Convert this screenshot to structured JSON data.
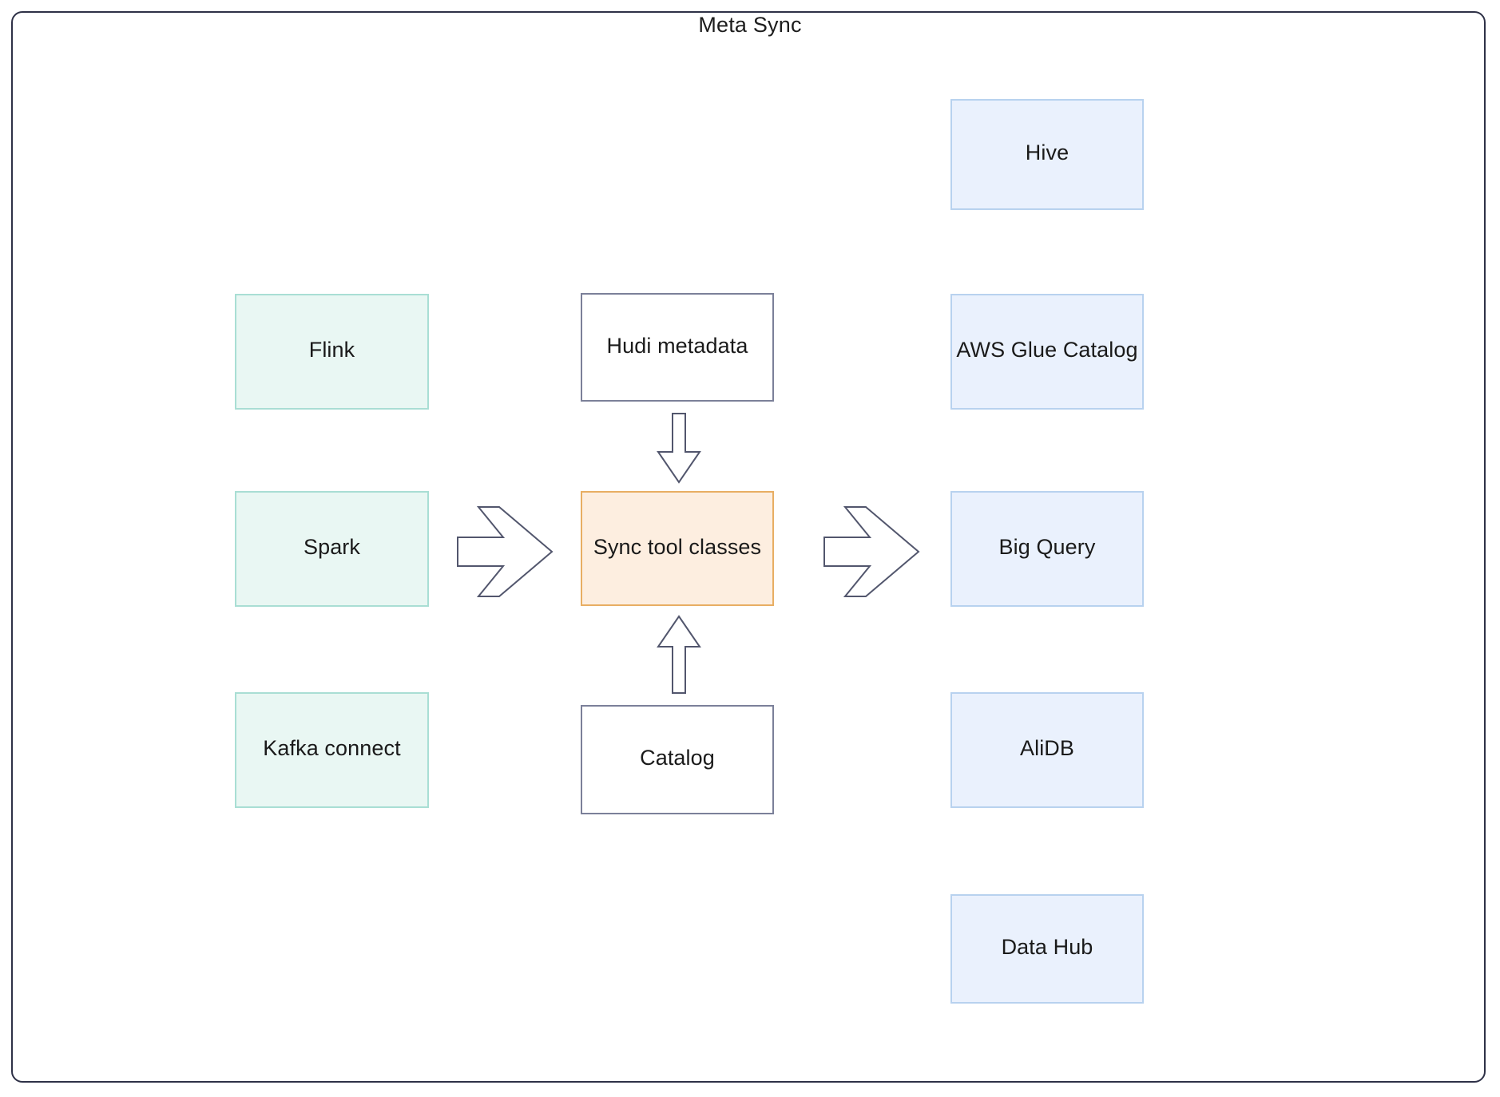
{
  "diagram": {
    "title": "Meta Sync",
    "type": "flow-diagram",
    "colors": {
      "frame_border": "#2e3147",
      "source_fill": "#e9f7f3",
      "source_border": "#a9ded4",
      "target_fill": "#eaf1fd",
      "target_border": "#b8d2ef",
      "plain_fill": "#ffffff",
      "plain_border": "#7b8099",
      "accent_fill": "#fdeee0",
      "accent_border": "#e8ae63",
      "arrow_stroke": "#52566d",
      "text": "#1a1a1a",
      "background": "#ffffff"
    },
    "sources": [
      {
        "label": "Flink"
      },
      {
        "label": "Spark"
      },
      {
        "label": "Kafka connect"
      }
    ],
    "pipeline": [
      {
        "label": "Hudi metadata"
      },
      {
        "label": "Sync tool classes"
      },
      {
        "label": "Catalog"
      }
    ],
    "targets": [
      {
        "label": "Hive"
      },
      {
        "label": "AWS Glue Catalog"
      },
      {
        "label": "Big Query"
      },
      {
        "label": "AliDB"
      },
      {
        "label": "Data Hub"
      }
    ],
    "arrows": [
      {
        "name": "sources-to-sync",
        "direction": "right",
        "from": "Spark",
        "to": "Sync tool classes"
      },
      {
        "name": "sync-to-targets",
        "direction": "right",
        "from": "Sync tool classes",
        "to": "Big Query"
      },
      {
        "name": "hudi-to-sync",
        "direction": "down",
        "from": "Hudi metadata",
        "to": "Sync tool classes"
      },
      {
        "name": "catalog-to-sync",
        "direction": "up",
        "from": "Catalog",
        "to": "Sync tool classes"
      }
    ]
  }
}
